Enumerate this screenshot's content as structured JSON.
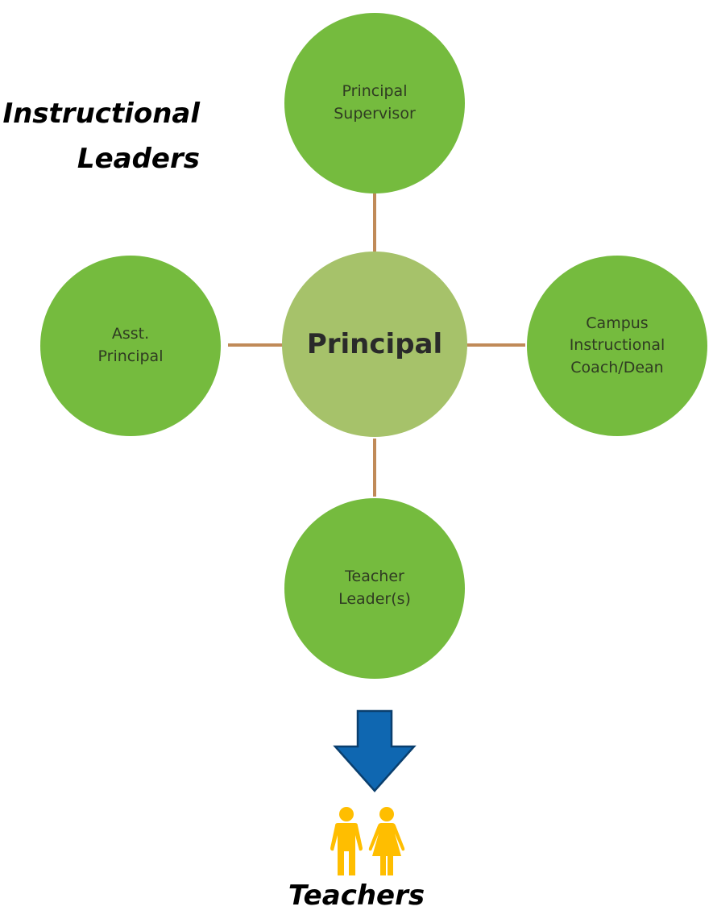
{
  "heading": {
    "line1": "Instructional",
    "line2": "Leaders"
  },
  "nodes": {
    "center": "Principal",
    "top": [
      "Principal",
      "Supervisor"
    ],
    "left": [
      "Asst.",
      "Principal"
    ],
    "right": [
      "Campus",
      "Instructional",
      "Coach/Dean"
    ],
    "bottom": [
      "Teacher",
      "Leader(s)"
    ]
  },
  "footer": {
    "label": "Teachers"
  },
  "icons": {
    "arrow": "down-arrow-icon",
    "people": "teachers-icon"
  },
  "colors": {
    "outer_node": "#75bb3e",
    "center_node": "#a6c26a",
    "connector": "#c08a58",
    "arrow": "#0f67b1",
    "people": "#ffbe00"
  }
}
